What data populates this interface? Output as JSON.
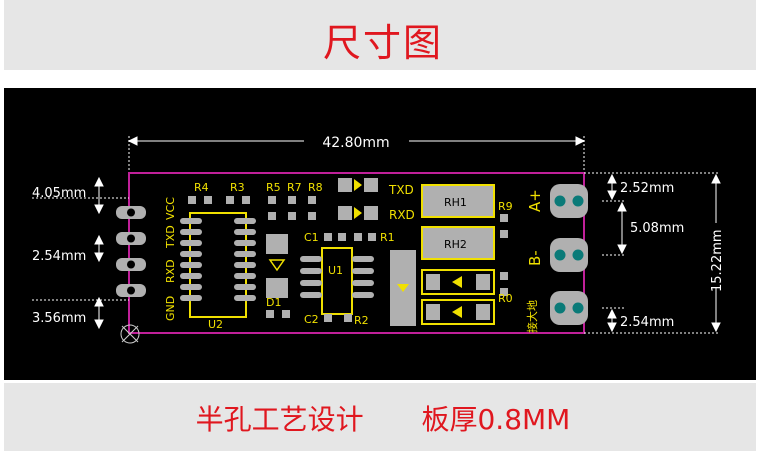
{
  "title": "尺寸图",
  "footer": {
    "process": "半孔工艺设计",
    "thickness": "板厚0.8MM"
  },
  "dimensions": {
    "width": "42.80mm",
    "height": "15.22mm",
    "left_top": "4.05mm",
    "left_pitch": "2.54mm",
    "left_bottom": "3.56mm",
    "right_top": "2.52mm",
    "right_pitch": "5.08mm",
    "right_bottom": "2.54mm"
  },
  "pins": {
    "left": [
      "GND",
      "RXD",
      "TXD",
      "VCC"
    ],
    "right": [
      "A+",
      "B-",
      "接大地"
    ]
  },
  "components": [
    "R4",
    "R3",
    "R5",
    "R7",
    "R8",
    "TXD",
    "RXD",
    "RH1",
    "RH2",
    "R9",
    "C1",
    "R1",
    "U1",
    "U2",
    "D1",
    "C2",
    "R2",
    "R0"
  ],
  "colors": {
    "title_red": "#e0171f",
    "pcb_background": "#000000",
    "silkscreen": "#f0e000",
    "outline": "#c0209a",
    "dimension_text": "#ffffff",
    "pad": "#b0b0b0"
  }
}
